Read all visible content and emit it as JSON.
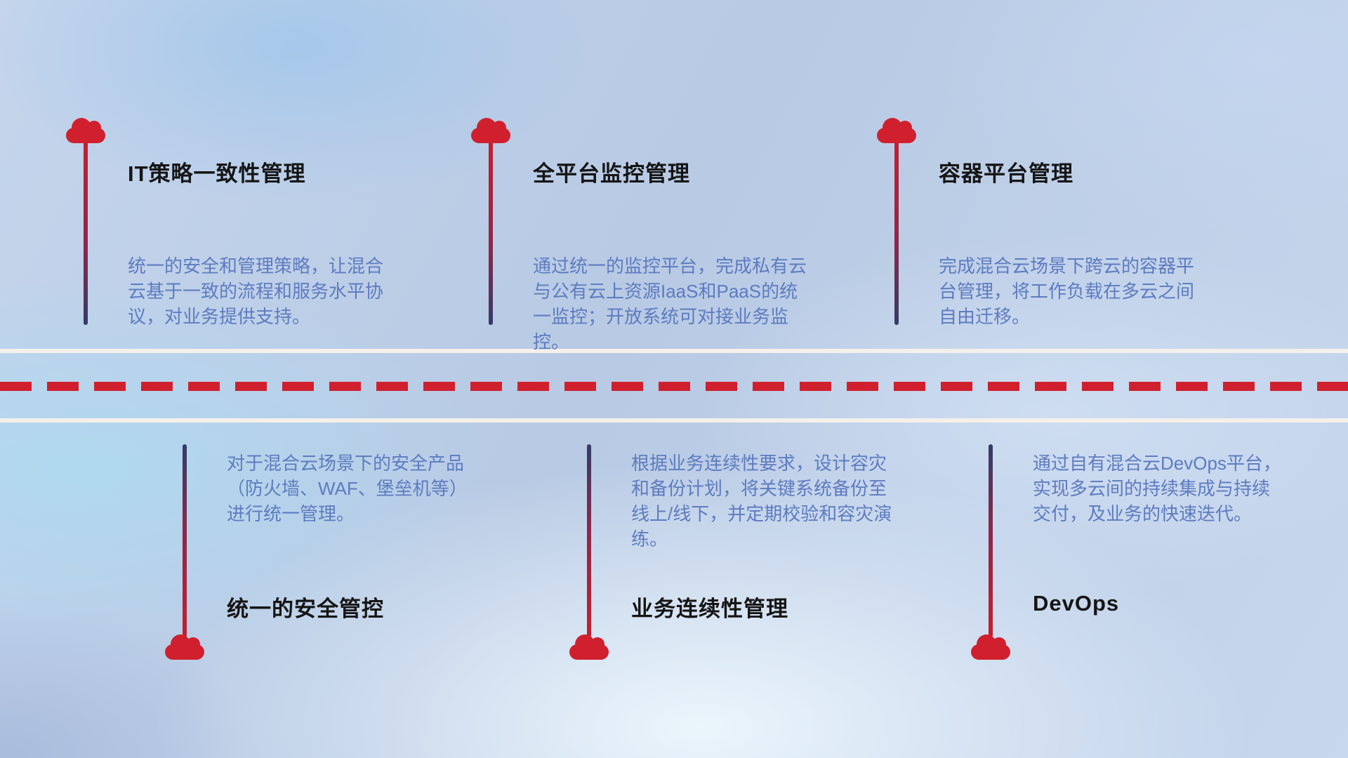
{
  "colors": {
    "accent_red": "#d0202e",
    "connector_navy": "#323c68",
    "description_blue": "#5f7bc0",
    "title_dark": "#151515",
    "timeline_white": "#f5f0ea",
    "background_blue": "#bccfe8"
  },
  "items": [
    {
      "id": "it-policy",
      "position": "top",
      "title": "IT策略一致性管理",
      "description": "统一的安全和管理策略，让混合云基于一致的流程和服务水平协议，对业务提供支持。"
    },
    {
      "id": "platform-monitoring",
      "position": "top",
      "title": "全平台监控管理",
      "description": "通过统一的监控平台，完成私有云与公有云上资源IaaS和PaaS的统一监控；开放系统可对接业务监控。"
    },
    {
      "id": "container-platform",
      "position": "top",
      "title": "容器平台管理",
      "description": "完成混合云场景下跨云的容器平台管理，将工作负载在多云之间自由迁移。"
    },
    {
      "id": "unified-security",
      "position": "bottom",
      "title": "统一的安全管控",
      "description": "对于混合云场景下的安全产品（防火墙、WAF、堡垒机等）进行统一管理。"
    },
    {
      "id": "business-continuity",
      "position": "bottom",
      "title": "业务连续性管理",
      "description": "根据业务连续性要求，设计容灾和备份计划，将关键系统备份至线上/线下，并定期校验和容灾演练。"
    },
    {
      "id": "devops",
      "position": "bottom",
      "title": "DevOps",
      "description": "通过自有混合云DevOps平台，实现多云间的持续集成与持续交付，及业务的快速迭代。"
    }
  ]
}
